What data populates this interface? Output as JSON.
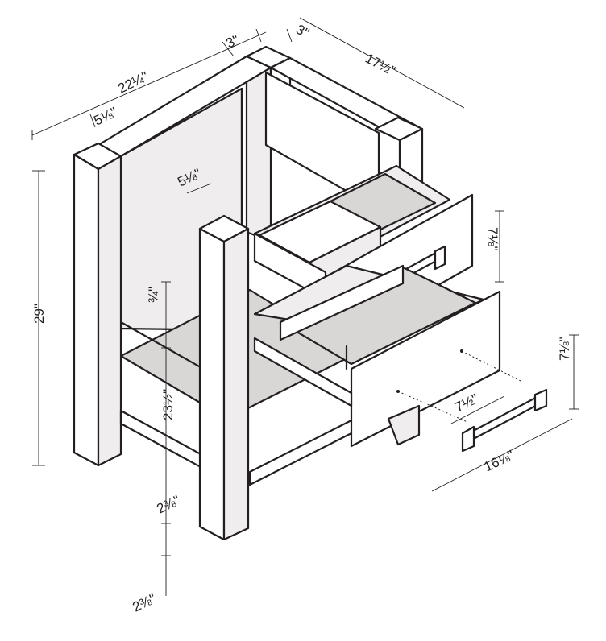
{
  "dimensions": {
    "depth": "22¼\"",
    "width": "17½\"",
    "top_rail_left": "3\"",
    "top_rail_right": "3\"",
    "panel_offset_top": "5⅛\"",
    "panel_offset_inner": "5⅛\"",
    "height": "29\"",
    "shelf_offset": "¾\"",
    "drawer_clearance": "23½\"",
    "toe_gap": "2⅜\"",
    "bottom_gap": "2⅜\"",
    "drawer1_height": "7⅛\"",
    "drawer2_height": "7⅛\"",
    "pull_spacing": "7½\"",
    "drawer_width": "16⅛\""
  },
  "colors": {
    "line": "#231f20",
    "panel_face": "#ffffff",
    "panel_shade": "#efeded",
    "panel_dark": "#d9d6d6"
  }
}
